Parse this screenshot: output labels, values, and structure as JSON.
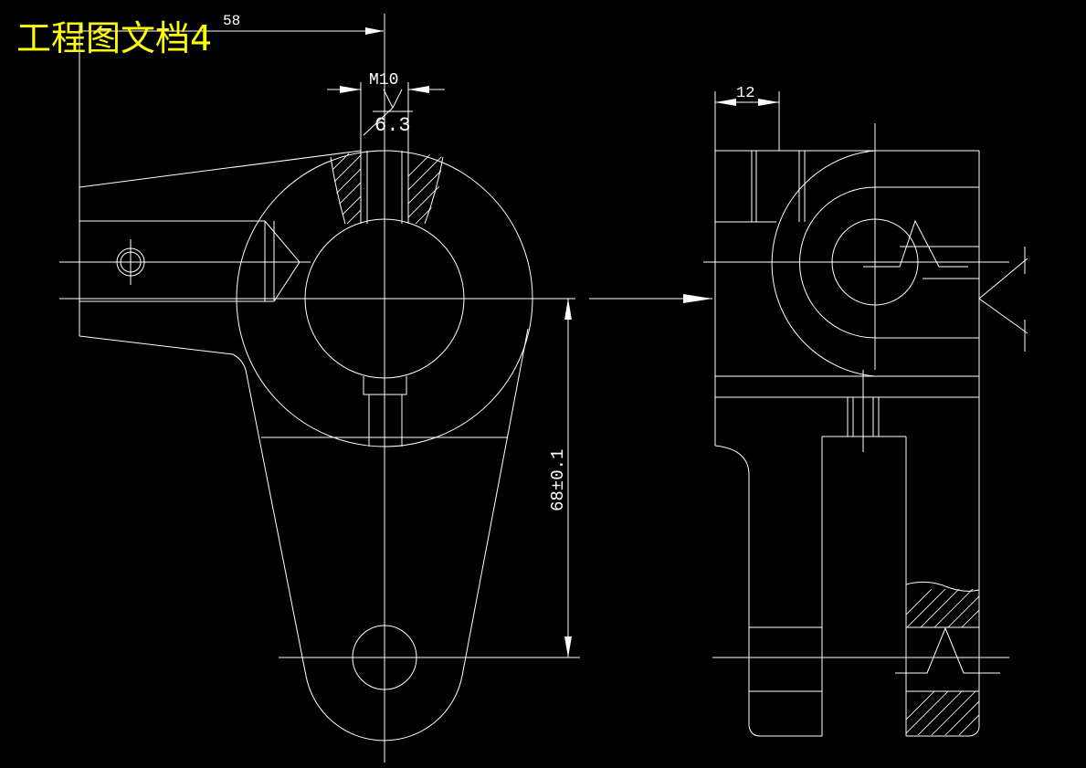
{
  "drawing": {
    "title": "工程图文档4",
    "dimensions": {
      "top_width": "58",
      "thread": "M10",
      "roughness": "6.3",
      "side_width": "12",
      "center_distance": "68±0.1"
    }
  },
  "colors": {
    "background": "#000000",
    "lines": "#ffffff",
    "title": "#ffff00"
  }
}
